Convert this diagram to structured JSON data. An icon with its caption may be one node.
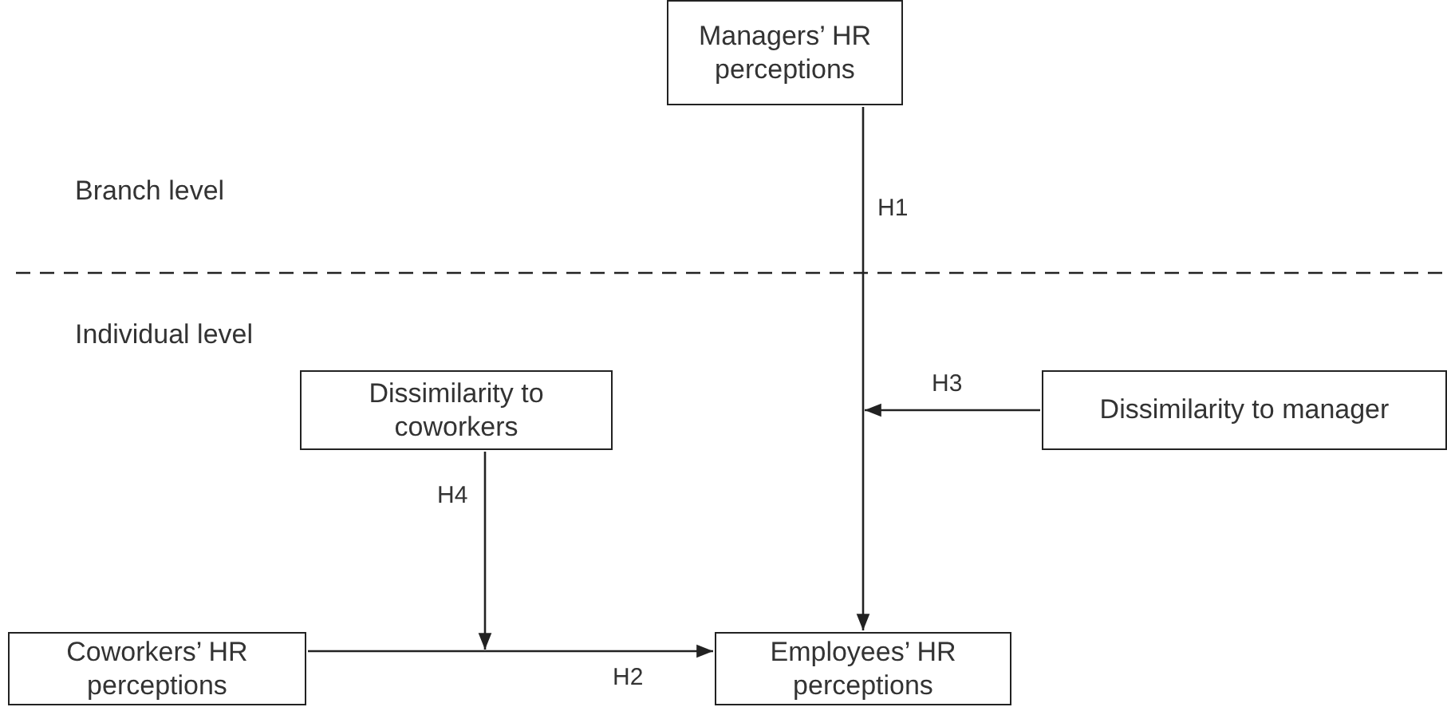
{
  "diagram": {
    "nodes": [
      {
        "text": [
          "Managers’ HR perceptions"
        ]
      },
      {
        "text": [
          "Dissimilarity to coworkers"
        ]
      },
      {
        "text": [
          "Dissimilarity to manager"
        ]
      },
      {
        "text": [
          "Coworkers’ HR perceptions"
        ]
      },
      {
        "text": [
          "Employees’ HR perceptions"
        ]
      }
    ],
    "edges": [
      {
        "from": 0,
        "to": 4,
        "arrow": "to",
        "label": "H1"
      },
      {
        "from": 2,
        "to": null,
        "arrow": "to",
        "label": "H3"
      },
      {
        "from": 1,
        "to": null,
        "arrow": "to",
        "label": "H4"
      },
      {
        "from": 3,
        "to": 4,
        "arrow": "to",
        "label": "H2"
      }
    ],
    "labels": [
      "Branch level",
      "Individual level"
    ]
  }
}
